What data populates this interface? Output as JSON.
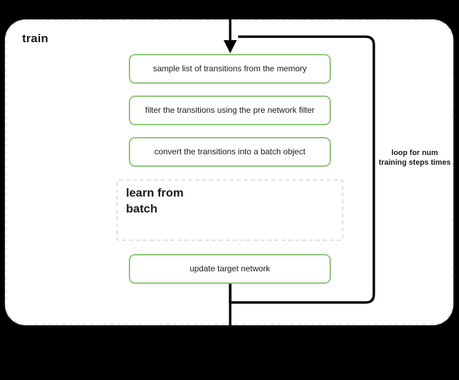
{
  "diagram": {
    "type": "flowchart",
    "background_color": "#000000",
    "canvas_color": "#ffffff",
    "accent_color": "#8cc878",
    "dashed_border_color": "#e0e0e0",
    "connector_color": "#000000",
    "title": "train",
    "blocks": [
      {
        "id": "sample-transitions",
        "label": "sample list of transitions from the memory",
        "style": "green-rounded"
      },
      {
        "id": "filter-transitions",
        "label": "filter the transitions using the pre network filter",
        "style": "green-rounded"
      },
      {
        "id": "convert-transitions",
        "label": "convert the transitions into a batch object",
        "style": "green-rounded"
      },
      {
        "id": "update-target-network",
        "label": "update target network",
        "style": "green-rounded"
      }
    ],
    "subblock": {
      "id": "learn-from-batch",
      "title": "learn from batch",
      "style": "dashed-container"
    },
    "loop": {
      "caption": "loop for num training steps times",
      "direction": "bottom-to-top"
    },
    "connectors": [
      {
        "id": "entry-arrow",
        "from": "top",
        "to": "sample-transitions",
        "arrowhead": true
      },
      {
        "id": "exit-line",
        "from": "update-target-network",
        "to": "bottom",
        "arrowhead": false
      },
      {
        "id": "loop-back",
        "from": "update-target-network",
        "to": "sample-transitions",
        "arrowhead": false
      }
    ]
  }
}
